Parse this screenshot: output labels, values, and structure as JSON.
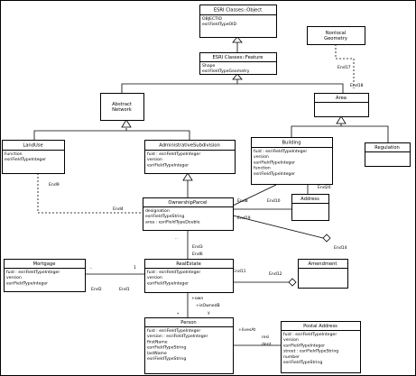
{
  "classes": {
    "esri_object": {
      "name": "ESRI Classes::Object",
      "attrs": [
        "OBJECTID",
        "esriFieldTypeOID"
      ]
    },
    "esri_feature": {
      "name": "ESRI Classes::Feature",
      "attrs": [
        "Shape",
        "esriFieldTypeGeometry"
      ]
    },
    "nonlocal": {
      "name": [
        "Nonlocal",
        "Geometry"
      ],
      "attrs": []
    },
    "abstract_net": {
      "name": [
        "Abstract",
        "Network"
      ],
      "attrs": []
    },
    "area": {
      "name": "Area",
      "attrs": []
    },
    "landuse": {
      "name": "LandUse",
      "attrs": [
        "Function",
        "esriFieldTypeInteger"
      ]
    },
    "admin_sub": {
      "name": "AdministrativeSubdivision",
      "attrs": [
        "fuid : esriFieldTypeInteger",
        "version",
        "esriFieldTypeInteger"
      ]
    },
    "building": {
      "name": "Building",
      "attrs": [
        "fuid : esriFieldTypeInteger",
        "version",
        "esriFieldTypeInteger",
        "function",
        "esriFieldTypeInteger"
      ]
    },
    "regulation": {
      "name": "Regulation",
      "attrs": []
    },
    "ownership": {
      "name": "OwnershipParcel",
      "attrs": [
        "designation",
        "esriFieldTypeString",
        "area : esriFieldTypeDouble"
      ]
    },
    "address": {
      "name": "Address",
      "attrs": []
    },
    "mortgage": {
      "name": "Mortgage",
      "attrs": [
        "fuid : esriFieldTypeInteger",
        "version",
        "esriFieldTypeInteger"
      ]
    },
    "realestate": {
      "name": "RealEstate",
      "attrs": [
        "fuid : esriFieldTypeInteger",
        "version",
        "esriFieldTypeInteger"
      ]
    },
    "amendment": {
      "name": "Amendment",
      "attrs": []
    },
    "person": {
      "name": "Person",
      "attrs": [
        "fuid : esriFieldTypeInteger",
        "version : esriFieldTypeInteger",
        "firstName",
        "esriFieldTypeString",
        "lastName",
        "esriFieldTypeString"
      ]
    },
    "postal": {
      "name": "Postal Address",
      "attrs": [
        "fuid : esriFieldTypeInteger",
        "version",
        "esriFieldTypeInteger",
        "street : esriFieldTypeString",
        "number",
        "esriFieldTypeString"
      ]
    }
  },
  "labels": {
    "end17": "End17",
    "end18": "End18",
    "end9": "End9",
    "end4": "End4",
    "end8": "End8",
    "end10": "End10",
    "end19": "End19",
    "end20": "End20",
    "end3": "End3",
    "end6": "End6",
    "end11": "End11",
    "end12": "End12",
    "end14": "End14",
    "end2": "End2",
    "end1": "End1",
    "own": "+own",
    "isowned": "+isOwnedB",
    "y": "y",
    "livesat": "+livesAt",
    "resi": "resi",
    "dent": "dent",
    "dash": "-",
    "dots": "..",
    "one": "1",
    "star": "*"
  }
}
